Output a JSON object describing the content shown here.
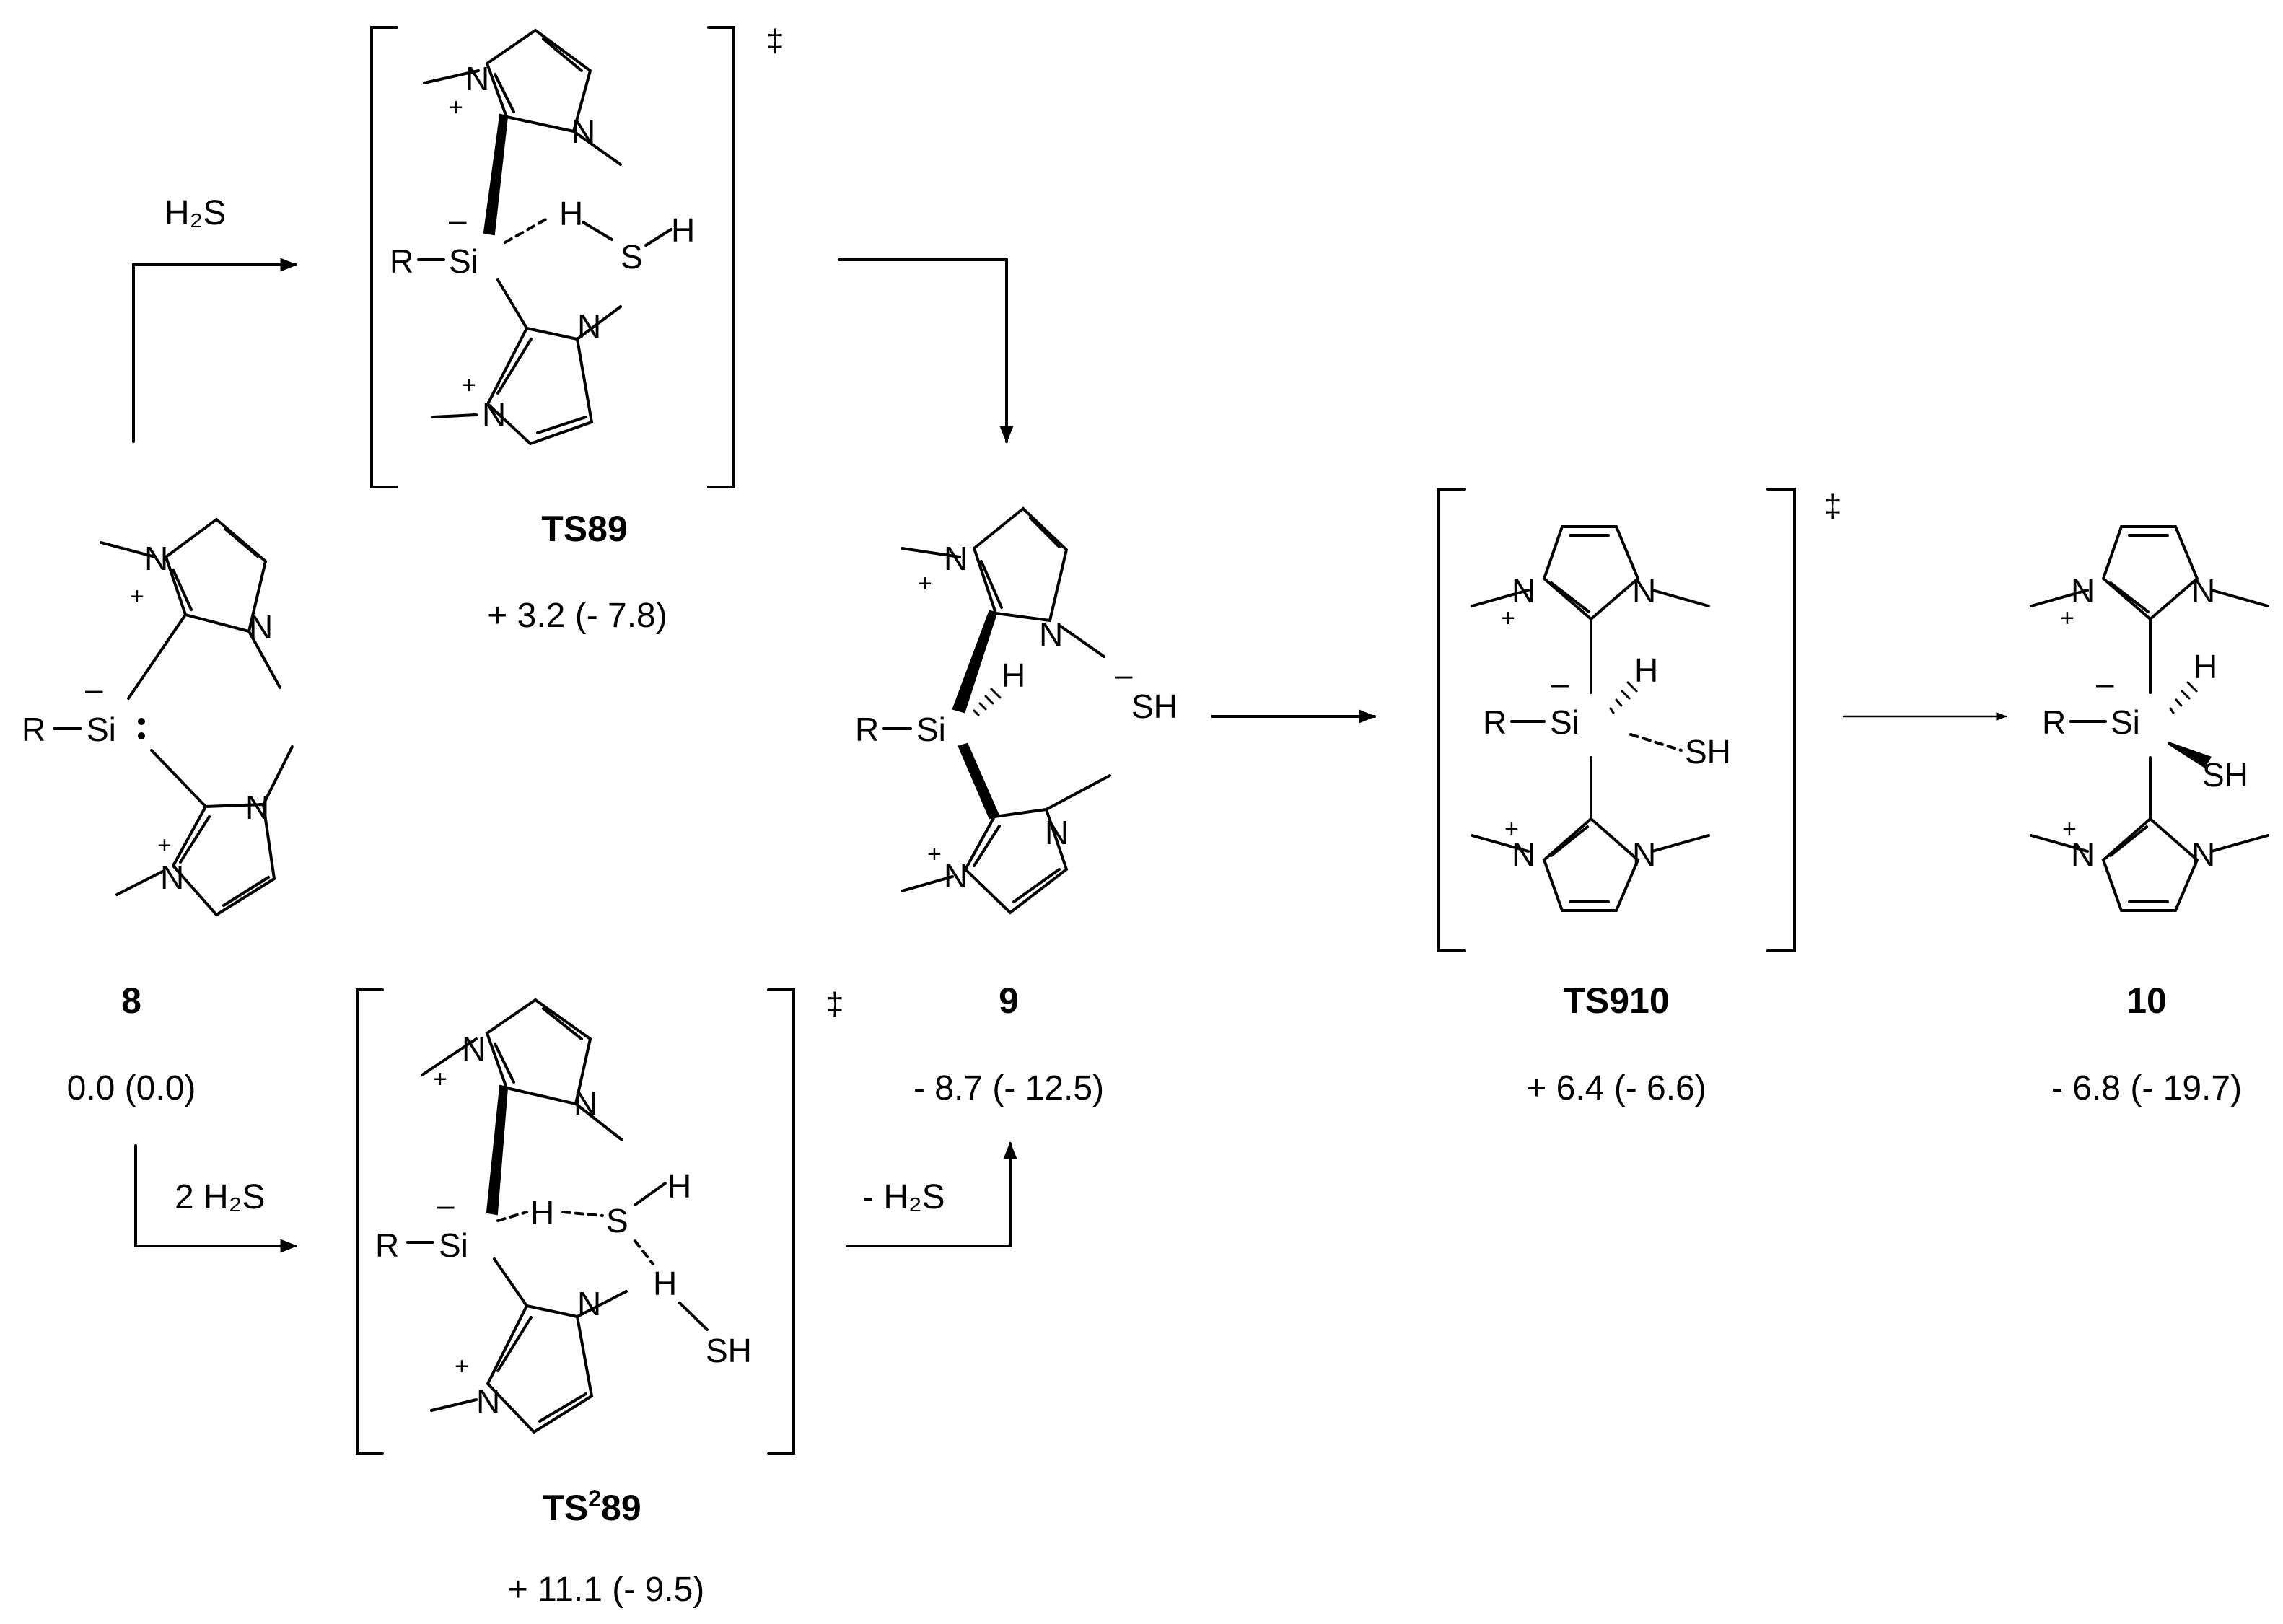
{
  "compounds": {
    "c8": {
      "name": "8",
      "energy": "0.0 (0.0)"
    },
    "ts89": {
      "name_prefix": "TS",
      "name": "TS89",
      "energy": "+ 3.2 (- 7.8)"
    },
    "ts289": {
      "name_prefix": "TS",
      "name_sup": "2",
      "name_suffix": "89",
      "energy": "+ 11.1 (- 9.5)"
    },
    "c9": {
      "name": "9",
      "energy": "- 8.7 (- 12.5)"
    },
    "ts910": {
      "name": "TS910",
      "energy": "+ 6.4 (- 6.6)"
    },
    "c10": {
      "name": "10",
      "energy": "- 6.8 (- 19.7)"
    }
  },
  "reagents": {
    "h2s_top": "H₂S",
    "h2s_2": "2 H₂S",
    "minus_h2s": "- H₂S"
  },
  "symbols": {
    "double_dagger": "‡"
  },
  "atoms": {
    "n": "N",
    "si": "Si",
    "r": "R",
    "h": "H",
    "s": "S",
    "sh": "SH",
    "plus": "+",
    "minus": "–"
  }
}
